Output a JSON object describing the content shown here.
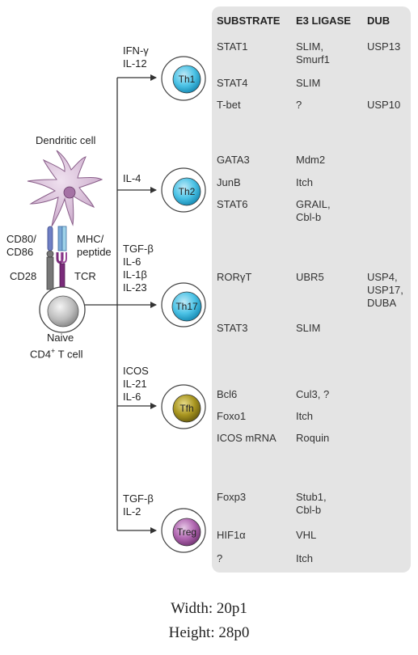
{
  "headers": {
    "substrate": "SUBSTRATE",
    "e3": "E3 LIGASE",
    "dub": "DUB"
  },
  "left": {
    "dendritic": "Dendritic cell",
    "cd80": "CD80/\nCD86",
    "mhc": "MHC/\npeptide",
    "cd28": "CD28",
    "tcr": "TCR",
    "naive_line1": "Naive",
    "naive_line2_pre": "CD4",
    "naive_line2_sup": "+",
    "naive_line2_post": " T cell"
  },
  "branches": [
    {
      "cytokines": "IFN-γ\nIL-12",
      "cell": "Th1"
    },
    {
      "cytokines": "IL-4",
      "cell": "Th2"
    },
    {
      "cytokines": "TGF-β\nIL-6\nIL-1β\nIL-23",
      "cell": "Th17"
    },
    {
      "cytokines": "ICOS\nIL-21\nIL-6",
      "cell": "Tfh"
    },
    {
      "cytokines": "TGF-β\nIL-2",
      "cell": "Treg"
    }
  ],
  "rows": [
    {
      "substrate": "STAT1",
      "e3": "SLIM,\nSmurf1",
      "dub": "USP13"
    },
    {
      "substrate": "STAT4",
      "e3": "SLIM",
      "dub": ""
    },
    {
      "substrate": "T-bet",
      "e3": "?",
      "dub": "USP10"
    },
    {
      "substrate": "GATA3",
      "e3": "Mdm2",
      "dub": ""
    },
    {
      "substrate": "JunB",
      "e3": "Itch",
      "dub": ""
    },
    {
      "substrate": "STAT6",
      "e3": "GRAIL,\nCbl-b",
      "dub": ""
    },
    {
      "substrate": "RORγT",
      "e3": "UBR5",
      "dub": "USP4,\nUSP17,\nDUBA"
    },
    {
      "substrate": "STAT3",
      "e3": "SLIM",
      "dub": ""
    },
    {
      "substrate": "Bcl6",
      "e3": "Cul3, ?",
      "dub": ""
    },
    {
      "substrate": "Foxo1",
      "e3": "Itch",
      "dub": ""
    },
    {
      "substrate": "ICOS mRNA",
      "e3": "Roquin",
      "dub": ""
    },
    {
      "substrate": "Foxp3",
      "e3": "Stub1,\nCbl-b",
      "dub": ""
    },
    {
      "substrate": "HIF1α",
      "e3": "VHL",
      "dub": ""
    },
    {
      "substrate": "?",
      "e3": "Itch",
      "dub": ""
    }
  ],
  "footer": {
    "width": "Width: 20p1",
    "height": "Height: 28p0"
  }
}
